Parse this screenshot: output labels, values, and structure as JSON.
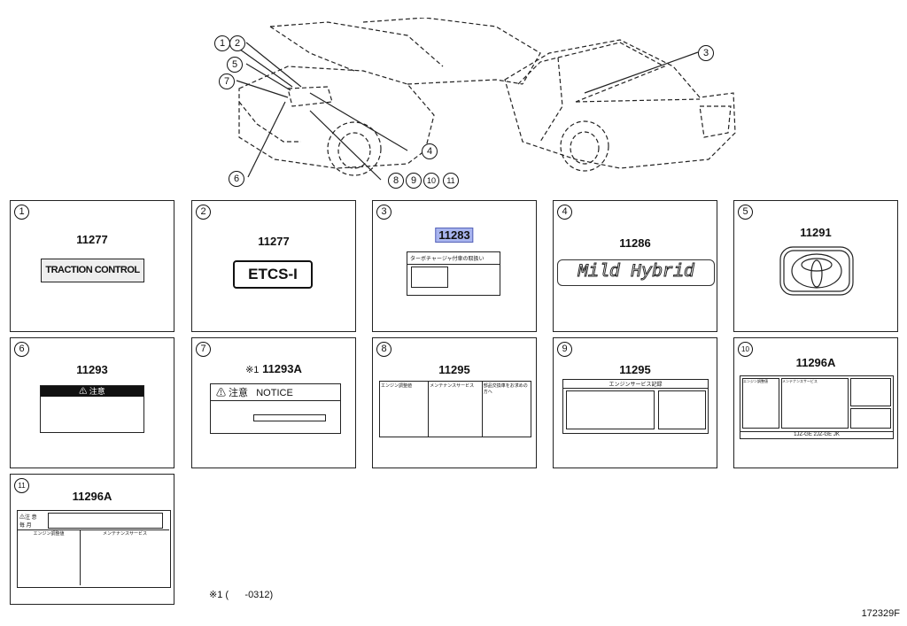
{
  "callouts": [
    "1",
    "2",
    "3",
    "4",
    "5",
    "6",
    "7",
    "8",
    "9",
    "10",
    "11"
  ],
  "panels": [
    {
      "num": "1",
      "part": "11277",
      "label_text": "TRACTION CONTROL"
    },
    {
      "num": "2",
      "part": "11277",
      "label_text": "ETCS-I"
    },
    {
      "num": "3",
      "part": "11283",
      "label_text": "ターボチャージャ付車の取扱い"
    },
    {
      "num": "4",
      "part": "11286",
      "label_text": "Mild Hybrid"
    },
    {
      "num": "5",
      "part": "11291",
      "label_text": ""
    },
    {
      "num": "6",
      "part": "11293",
      "label_text": "⚠ 注意"
    },
    {
      "num": "7",
      "part": "11293A",
      "prefix": "※1",
      "label_text": "⚠ 注意   NOTICE"
    },
    {
      "num": "8",
      "part": "11295",
      "col1": "エンジン調整値",
      "col2": "メンテナンスサービス",
      "col3": "部品交換車をお求めの方へ"
    },
    {
      "num": "9",
      "part": "11295",
      "header": "エンジンサービス記録"
    },
    {
      "num": "10",
      "part": "11296A",
      "col1": "エンジン調整値",
      "col2": "メンテナンスサービス",
      "footer": "1JZ-GE  2JZ-GE  JK"
    },
    {
      "num": "11",
      "part": "11296A",
      "row1": "⚠注 意",
      "row2": "毎 月",
      "col1": "エンジン調整値",
      "col2": "メンテナンスサービス"
    }
  ],
  "footnote": {
    "mark": "※1",
    "text": "(      -0312)"
  },
  "diagram_code": "172329F",
  "highlight_color": "#a8b4ee"
}
